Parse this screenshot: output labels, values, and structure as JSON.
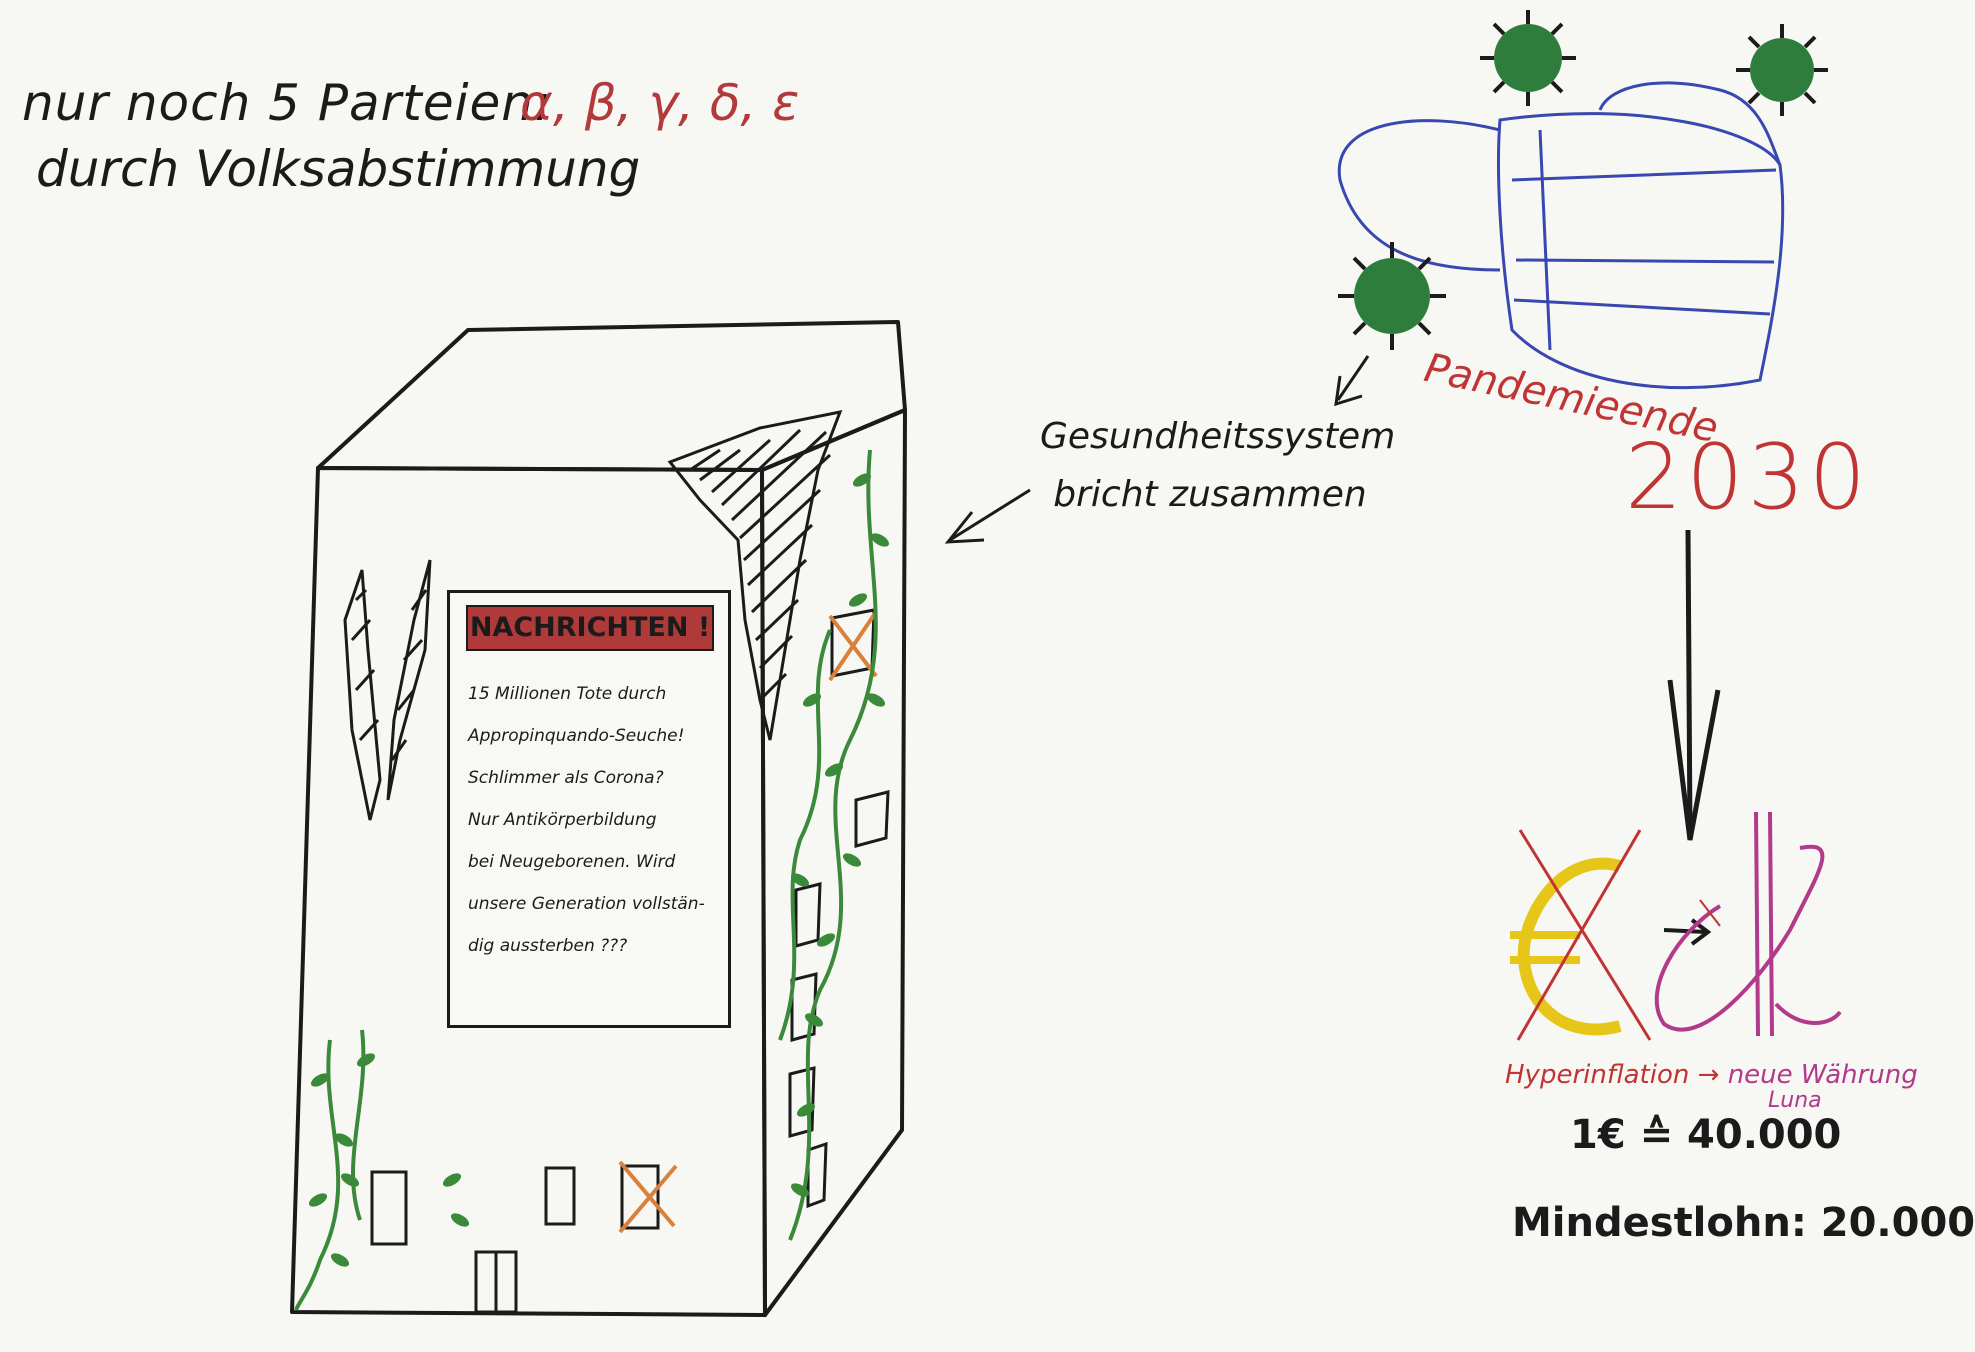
{
  "header": {
    "line1": "nur noch 5 Parteien:",
    "parties": "α, β, γ, δ, ε",
    "line2": "durch Volksabstimmung"
  },
  "health": {
    "line1": "Gesundheitssystem",
    "line2": "bricht zusammen"
  },
  "pandemic": {
    "label": "Pandemieende",
    "year": "2030"
  },
  "news": {
    "title": "NACHRICHTEN !",
    "lines": [
      "15 Millionen Tote durch",
      "Appropinquando-Seuche!",
      "Schlimmer als Corona?",
      "Nur Antikörperbildung",
      "bei Neugeborenen. Wird",
      "unsere Generation vollstän-",
      "dig aussterben ???"
    ]
  },
  "currency": {
    "old_symbol": "€",
    "arrow": "→",
    "inflation": "Hyperinflation",
    "new_currency_label": "neue Währung",
    "new_currency_name": "Luna",
    "rate": "1€ ≙ 40.000",
    "wage": "Mindestlohn: 20.000"
  },
  "colors": {
    "ink": "#1b1b1b",
    "red": "#c03434",
    "magenta": "#b23a8a",
    "virus_green": "#2e7d3c",
    "mask_blue": "#3848b0",
    "euro_yellow": "#e6c619",
    "cross_orange": "#d9803a",
    "vine_green": "#3a8a3a"
  }
}
